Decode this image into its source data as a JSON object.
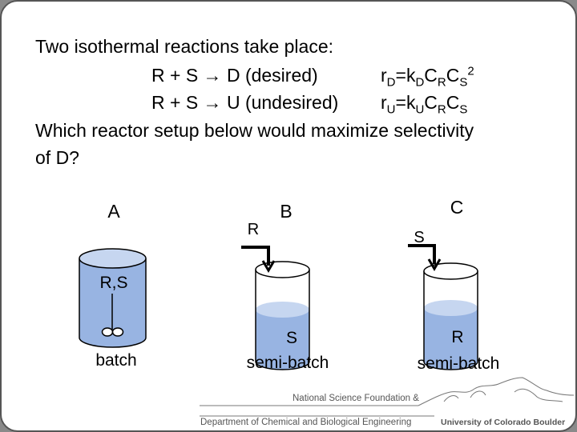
{
  "question": {
    "intro": "Two isothermal reactions take place:",
    "reaction1": {
      "equation": "R + S → D (desired)",
      "rate": {
        "r": "r",
        "r_sub": "D",
        "eq": "=k",
        "k_sub": "D",
        "c1": "C",
        "c1_sub": "R",
        "c2": "C",
        "c2_sub": "S",
        "c2_sup": "2"
      }
    },
    "reaction2": {
      "equation": "R + S → U (undesired)",
      "rate": {
        "r": "r",
        "r_sub": "U",
        "eq": "=k",
        "k_sub": "U",
        "c1": "C",
        "c1_sub": "R",
        "c2": "C",
        "c2_sub": "S"
      }
    },
    "prompt_line1": "Which reactor setup below would maximize selectivity",
    "prompt_line2": "of D?"
  },
  "reactors": [
    {
      "letter": "A",
      "contents": "R,S",
      "type": "batch"
    },
    {
      "letter": "B",
      "feed": "R",
      "contents": "S",
      "type": "semi-batch"
    },
    {
      "letter": "C",
      "feed": "S",
      "contents": "R",
      "type": "semi-batch"
    }
  ],
  "footer": {
    "line1": "National Science Foundation &",
    "line2": "Department of Chemical and Biological Engineering",
    "university": "University of Colorado Boulder"
  },
  "colors": {
    "liquid": "#98b4e2",
    "liquid_top": "#c6d6f0"
  }
}
